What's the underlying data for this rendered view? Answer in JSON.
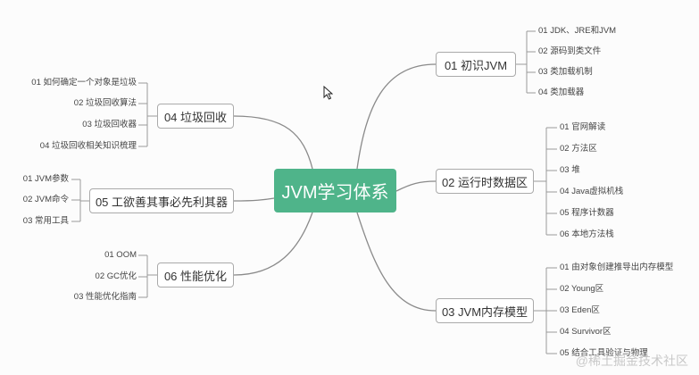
{
  "center": {
    "label": "JVM学习体系"
  },
  "branches": {
    "b01": {
      "label": "01 初识JVM",
      "leaves": [
        "01 JDK、JRE和JVM",
        "02 源码到类文件",
        "03 类加载机制",
        "04 类加载器"
      ]
    },
    "b02": {
      "label": "02 运行时数据区",
      "leaves": [
        "01 官网解读",
        "02 方法区",
        "03 堆",
        "04 Java虚拟机栈",
        "05 程序计数器",
        "06 本地方法栈"
      ]
    },
    "b03": {
      "label": "03 JVM内存模型",
      "leaves": [
        "01 由对象创建推导出内存模型",
        "02 Young区",
        "03 Eden区",
        "04 Survivor区",
        "05 结合工具验证与物理"
      ]
    },
    "b04": {
      "label": "04 垃圾回收",
      "leaves": [
        "01 如何确定一个对象是垃圾",
        "02 垃圾回收算法",
        "03 垃圾回收器",
        "04 垃圾回收相关知识梳理"
      ]
    },
    "b05": {
      "label": "05 工欲善其事必先利其器",
      "leaves": [
        "01 JVM参数",
        "02 JVM命令",
        "03 常用工具"
      ]
    },
    "b06": {
      "label": "06 性能优化",
      "leaves": [
        "01 OOM",
        "02 GC优化",
        "03 性能优化指南"
      ]
    }
  },
  "watermark": "@稀土掘金技术社区"
}
